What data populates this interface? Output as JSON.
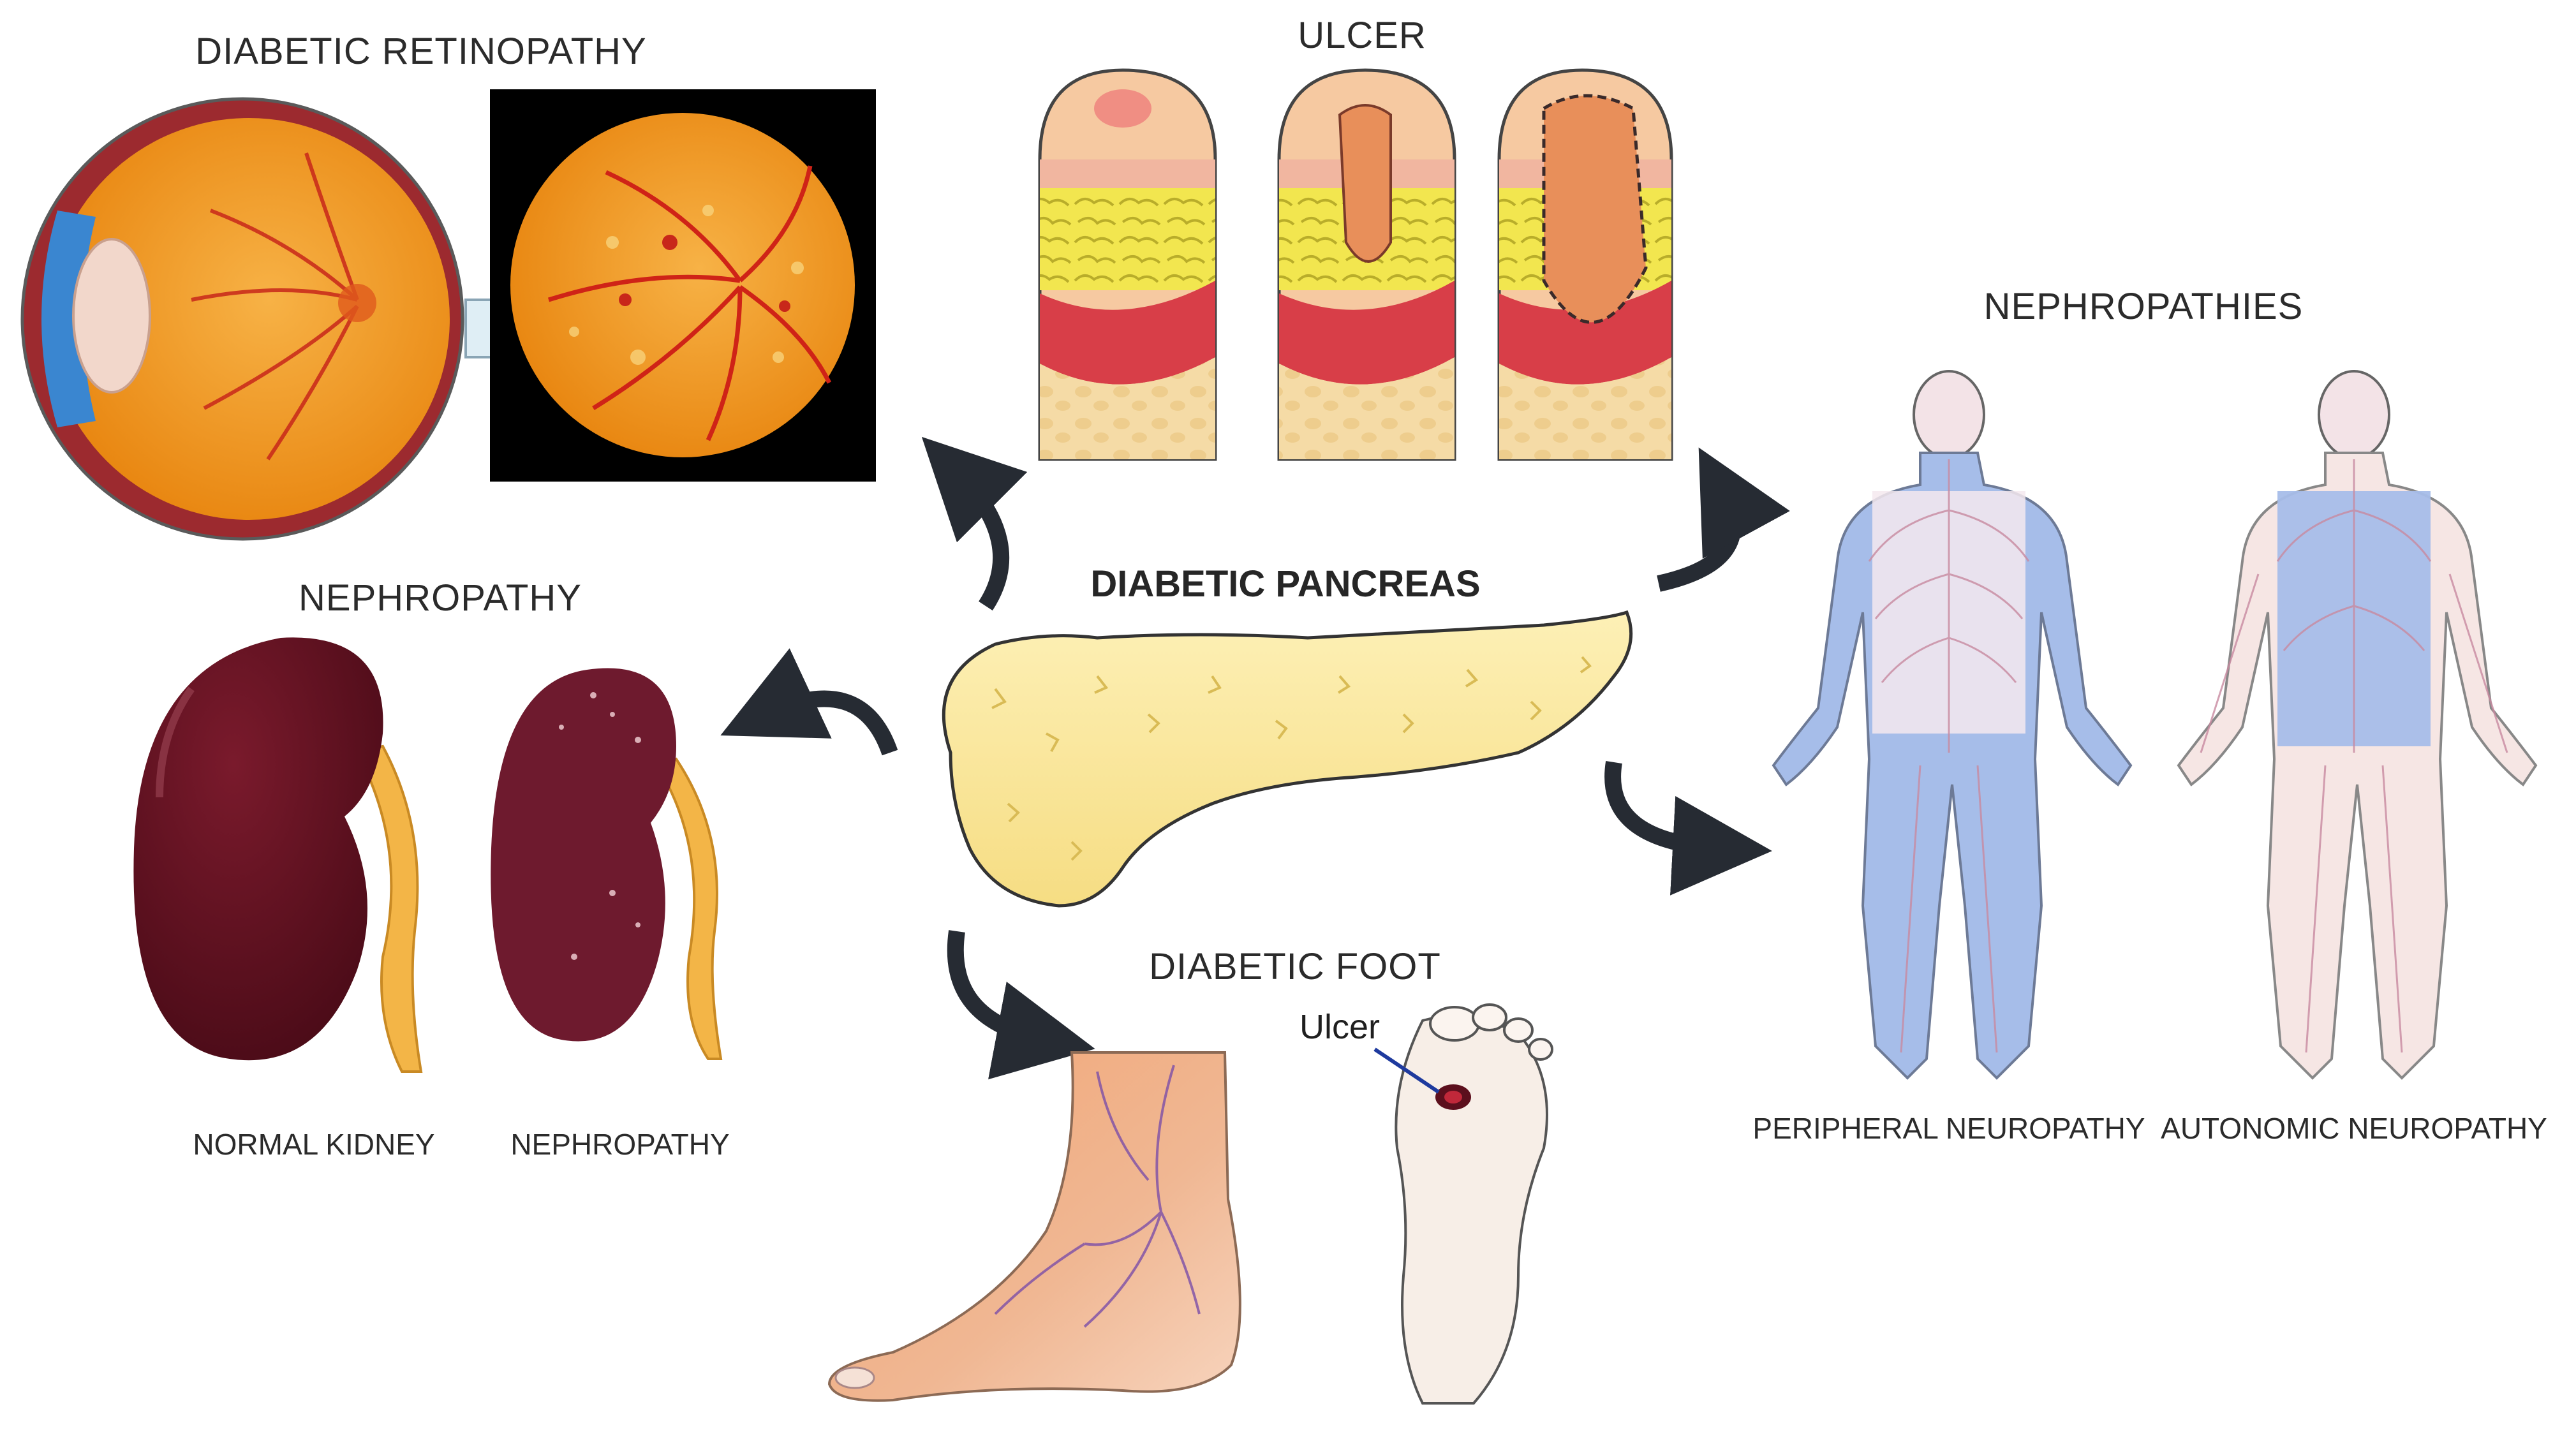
{
  "center": {
    "title": "DIABETIC PANCREAS"
  },
  "retinopathy": {
    "title": "DIABETIC RETINOPATHY"
  },
  "ulcer": {
    "title": "ULCER"
  },
  "nephropathy": {
    "title": "NEPHROPATHY",
    "normal_label": "NORMAL KIDNEY",
    "disease_label": "NEPHROPATHY"
  },
  "foot": {
    "title": "DIABETIC FOOT",
    "ulcer_label": "Ulcer"
  },
  "neuropathy": {
    "title": "NEPHROPATHIES",
    "peripheral_label": "PERIPHERAL NEUROPATHY",
    "autonomic_label": "AUTONOMIC NEUROPATHY"
  },
  "colors": {
    "arrow": "#262b33",
    "pancreas": "#fbe9a2",
    "retina": "#f39a1e",
    "vessel": "#d2281b",
    "kidney": "#5c0f1d",
    "ureter": "#f2b84b",
    "skin": "#f7d9c4",
    "fat": "#f3ea55",
    "muscle": "#d8414b",
    "bone": "#f4d9a4",
    "nerve_highlight": "#a9bfe8"
  }
}
